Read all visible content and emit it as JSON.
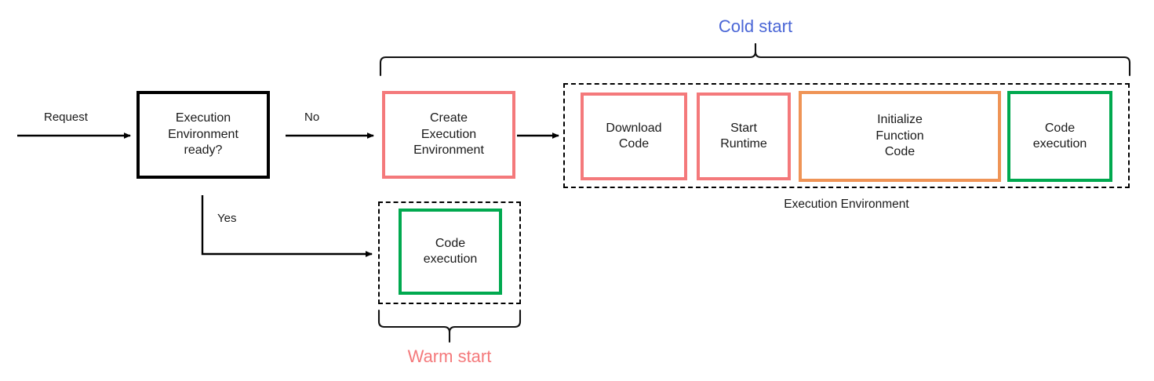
{
  "diagram": {
    "title_hidden": "AWS Lambda cold start vs warm start flow",
    "colors": {
      "black": "#000000",
      "salmon": "#f4797b",
      "orange": "#ef9456",
      "green": "#00a94f",
      "cold_start_blue": "#4a66d6",
      "warm_start_salmon": "#f4797b"
    },
    "edges": {
      "request_label": "Request",
      "no_label": "No",
      "yes_label": "Yes"
    },
    "decision": {
      "label": "Execution\nEnvironment\nready?"
    },
    "create_env": {
      "label": "Create\nExecution\nEnvironment"
    },
    "cold_start": {
      "brace_label": "Cold start",
      "environment_caption": "Execution Environment",
      "steps": [
        {
          "label": "Download\nCode",
          "color": "salmon"
        },
        {
          "label": "Start\nRuntime",
          "color": "salmon"
        },
        {
          "label": "Initialize\nFunction\nCode",
          "color": "orange"
        },
        {
          "label": "Code\nexecution",
          "color": "green"
        }
      ]
    },
    "warm_start": {
      "brace_label": "Warm start",
      "steps": [
        {
          "label": "Code\nexecution",
          "color": "green"
        }
      ]
    }
  }
}
